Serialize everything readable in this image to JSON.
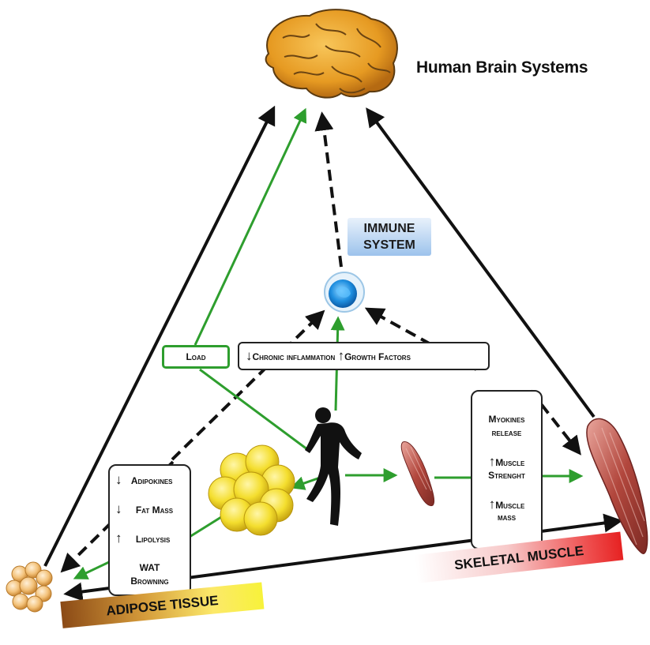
{
  "title": "Human Brain Systems",
  "immune_label": [
    "IMMUNE",
    "SYSTEM"
  ],
  "load_label": "Load",
  "chronic_label": "Chronic inflammation",
  "growth_label": "Growth Factors",
  "adipose_box": {
    "adipokines": "Adipokines",
    "fat_mass": "Fat Mass",
    "lipolysis": "Lipolysis",
    "wat": "WAT",
    "browning": "Browning"
  },
  "muscle_box": {
    "myokines": "Myokines",
    "release": "release",
    "muscle1": "Muscle",
    "strenght": "Strenght",
    "muscle2": "Muscle",
    "mass": "mass"
  },
  "adipose_tissue_label": "ADIPOSE TISSUE",
  "skeletal_muscle_label": "SKELETAL MUSCLE",
  "colors": {
    "green_arrow": "#2e9e2e",
    "black_arrow": "#111111",
    "brain": "#e8a22a",
    "immune_box": "#9dc3ec",
    "fat_cells": "#f2dc2a",
    "muscle": "#b2473d"
  },
  "icons": [
    "brain-icon",
    "immune-cell-icon",
    "runner-icon",
    "fat-cluster-icon",
    "small-muscle-icon",
    "large-muscle-icon",
    "adipose-cluster-icon"
  ]
}
